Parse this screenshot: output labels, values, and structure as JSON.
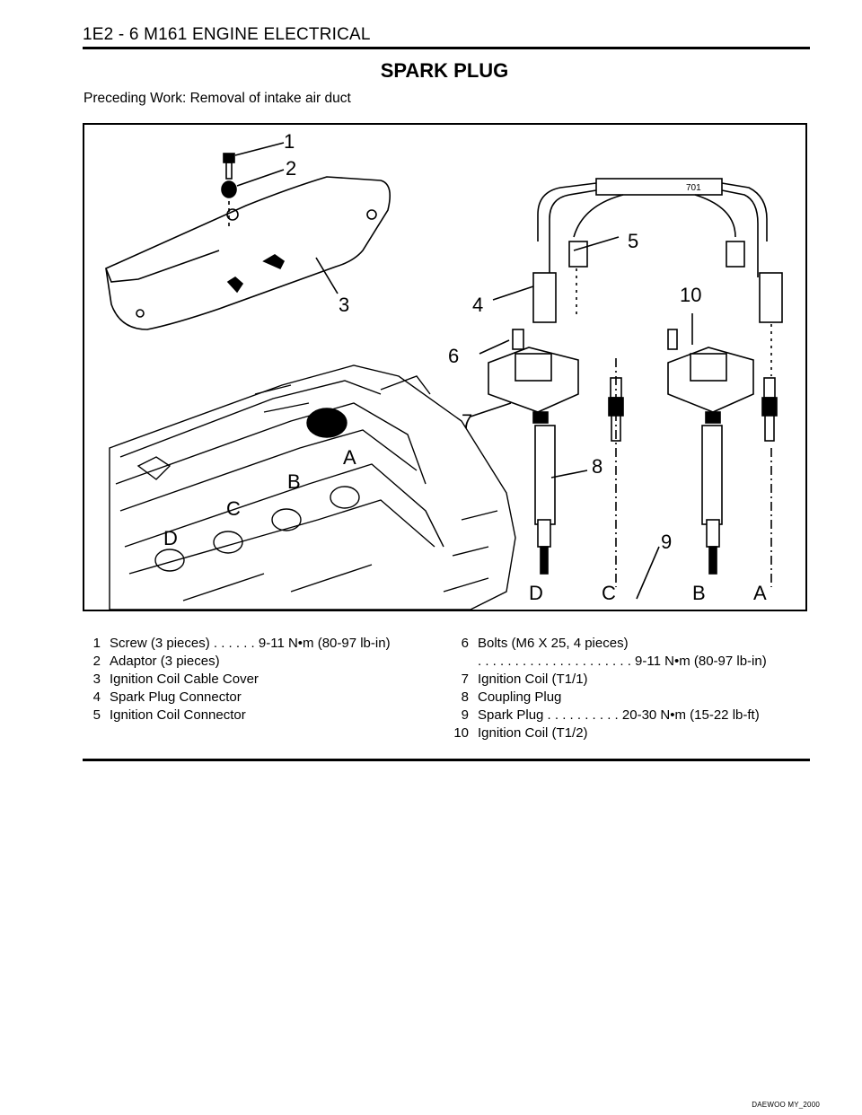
{
  "header": {
    "text": "1E2 - 6  M161 ENGINE ELECTRICAL"
  },
  "title": "SPARK PLUG",
  "preceding": "Preceding Work: Removal of intake air duct",
  "figure": {
    "callouts": [
      "1",
      "2",
      "3",
      "4",
      "5",
      "6",
      "7",
      "8",
      "9",
      "10"
    ],
    "letters": [
      "A",
      "B",
      "C",
      "D"
    ],
    "bottom_letters": [
      "D",
      "C",
      "B",
      "A"
    ],
    "lead_text": "701"
  },
  "legend_left": [
    {
      "num": "1",
      "text": "Screw (3 pieces) . . . . . . 9-11 N•m (80-97 lb-in)"
    },
    {
      "num": "2",
      "text": "Adaptor (3 pieces)"
    },
    {
      "num": "3",
      "text": "Ignition Coil Cable Cover"
    },
    {
      "num": "4",
      "text": "Spark Plug Connector"
    },
    {
      "num": "5",
      "text": "Ignition Coil Connector"
    }
  ],
  "legend_right": [
    {
      "num": "6",
      "text": "Bolts (M6 X 25, 4 pieces)"
    },
    {
      "num": "",
      "text": ". . . . . . . . . . . . . . . . . . . . . 9-11 N•m (80-97 lb-in)"
    },
    {
      "num": "7",
      "text": "Ignition Coil (T1/1)"
    },
    {
      "num": "8",
      "text": "Coupling Plug"
    },
    {
      "num": "9",
      "text": "Spark Plug . . . . . . . . . . 20-30 N•m (15-22 lb-ft)"
    },
    {
      "num": "10",
      "text": "Ignition Coil (T1/2)"
    }
  ],
  "footer": "DAEWOO MY_2000"
}
